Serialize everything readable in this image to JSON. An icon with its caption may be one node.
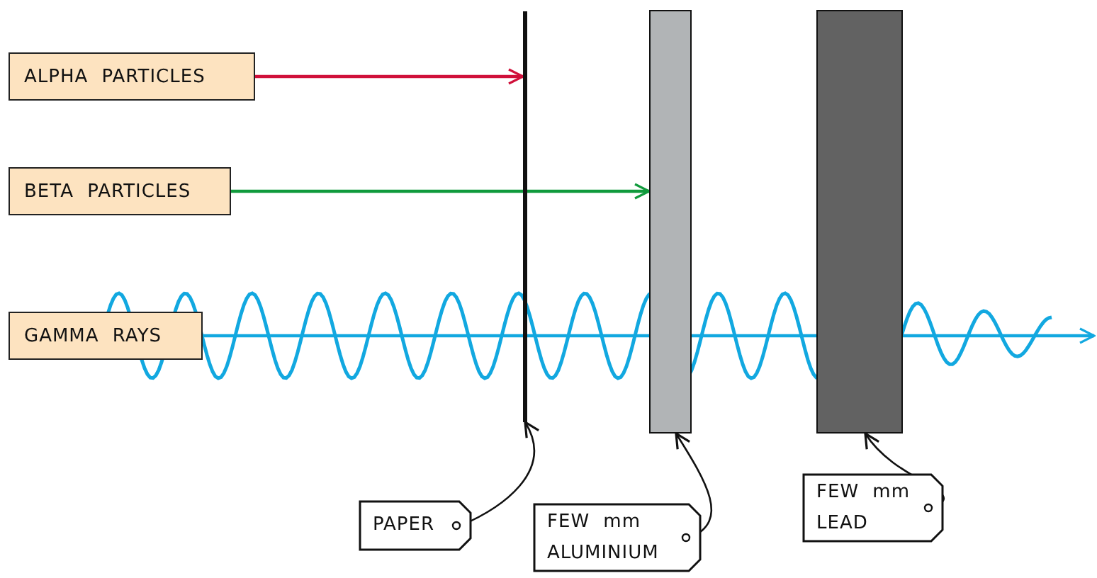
{
  "diagram": {
    "nodes": [
      {
        "text": [
          "ALPHA PARTICLES"
        ]
      },
      {
        "text": [
          "BETA PARTICLES"
        ]
      },
      {
        "text": [
          "GAMMA RAYS"
        ]
      },
      {
        "text": [],
        "shape": "bar"
      },
      {
        "text": [],
        "shape": "bar"
      },
      {
        "text": [],
        "shape": "bar"
      },
      {
        "text": [
          "PAPER"
        ]
      },
      {
        "text": [
          "FEW mm ALUMINIUM"
        ]
      },
      {
        "text": [
          "FEW mm LEAD"
        ]
      }
    ],
    "edges": [
      {
        "from": 0,
        "to": 3,
        "arrow": "to",
        "color": "#d0103a"
      },
      {
        "from": 1,
        "to": 4,
        "arrow": "to",
        "color": "#109a3c"
      },
      {
        "from": 2,
        "to": null,
        "arrow": "to",
        "color": "#12a8e0"
      },
      {
        "from": 6,
        "to": 3,
        "arrow": "to"
      },
      {
        "from": 7,
        "to": 4,
        "arrow": "to"
      },
      {
        "from": 8,
        "to": 5,
        "arrow": "to"
      }
    ]
  }
}
